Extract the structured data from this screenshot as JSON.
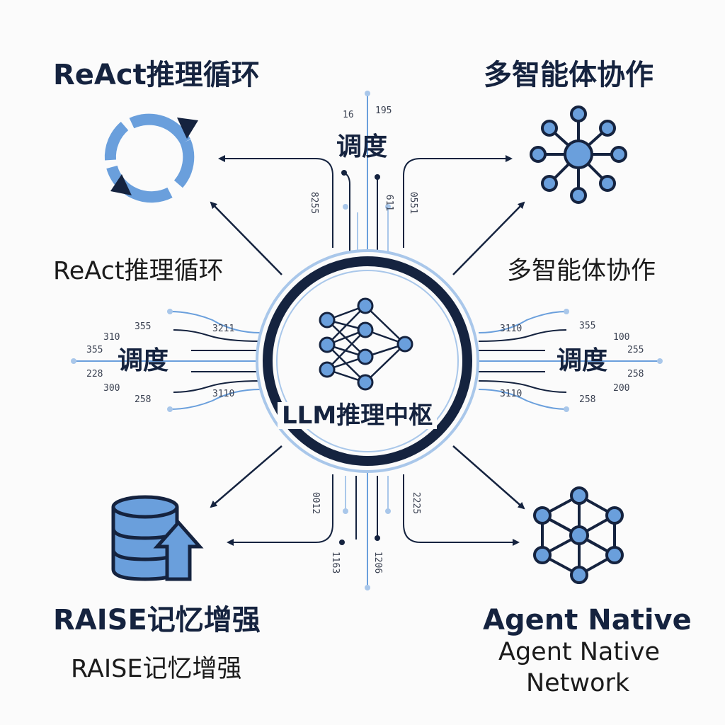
{
  "colors": {
    "navy": "#15233f",
    "blue": "#6a9fdc",
    "pale_blue": "#a9c7ea",
    "gray": "#7f8794"
  },
  "center": {
    "title": "LLM推理中枢",
    "icon": "neural-network-icon"
  },
  "corners": {
    "top_left": {
      "heading": "ReAct推理循环",
      "subtitle": "ReAct推理循环",
      "icon": "refresh-cycle-icon"
    },
    "top_right": {
      "heading": "多智能体协作",
      "subtitle": "多智能体协作",
      "icon": "hub-network-icon"
    },
    "bottom_left": {
      "heading": "RAISE记忆增强",
      "subtitle": "RAISE记忆增强",
      "icon": "database-upload-icon"
    },
    "bottom_right": {
      "heading": "Agent Native",
      "subtitle_line1": "Agent Native",
      "subtitle_line2": "Network",
      "icon": "mesh-network-icon"
    }
  },
  "dispatch": {
    "top": "调度",
    "left": "调度",
    "right": "调度"
  },
  "bus_numbers": {
    "top": [
      "16",
      "195",
      "8255",
      "611",
      "0551"
    ],
    "left": [
      "355",
      "310",
      "3211",
      "355",
      "228",
      "300",
      "3110",
      "258"
    ],
    "right": [
      "3110",
      "355",
      "100",
      "255",
      "258",
      "200",
      "3110",
      "258"
    ],
    "bottom": [
      "0012",
      "2225",
      "1163",
      "1206"
    ]
  }
}
